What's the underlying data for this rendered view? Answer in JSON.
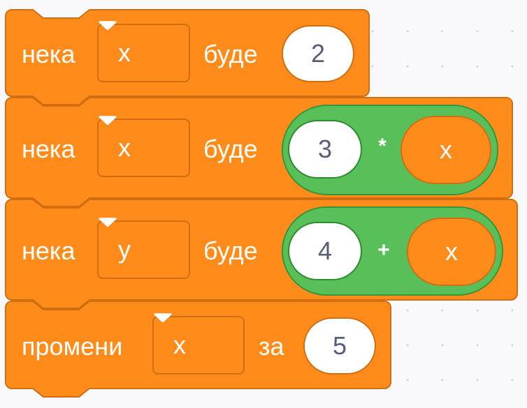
{
  "blocks": [
    {
      "label": "нека",
      "variable": "x",
      "connector": "буде",
      "value": "2"
    },
    {
      "label": "нека",
      "variable": "x",
      "connector": "буде",
      "operand_left": "3",
      "operator": "*",
      "operand_right": "x"
    },
    {
      "label": "нека",
      "variable": "y",
      "connector": "буде",
      "operand_left": "4",
      "operator": "+",
      "operand_right": "x"
    },
    {
      "label": "промени",
      "variable": "x",
      "connector": "за",
      "value": "5"
    }
  ],
  "colors": {
    "block_fill": "#ff8c1a",
    "block_border": "#cf6f12",
    "operator_fill": "#59c059",
    "operator_border": "#389438",
    "input_fill": "#ffffff",
    "input_text": "#575e75",
    "workspace": "#f9f9fb"
  },
  "icons": {
    "dropdown": "caret-down-icon"
  }
}
